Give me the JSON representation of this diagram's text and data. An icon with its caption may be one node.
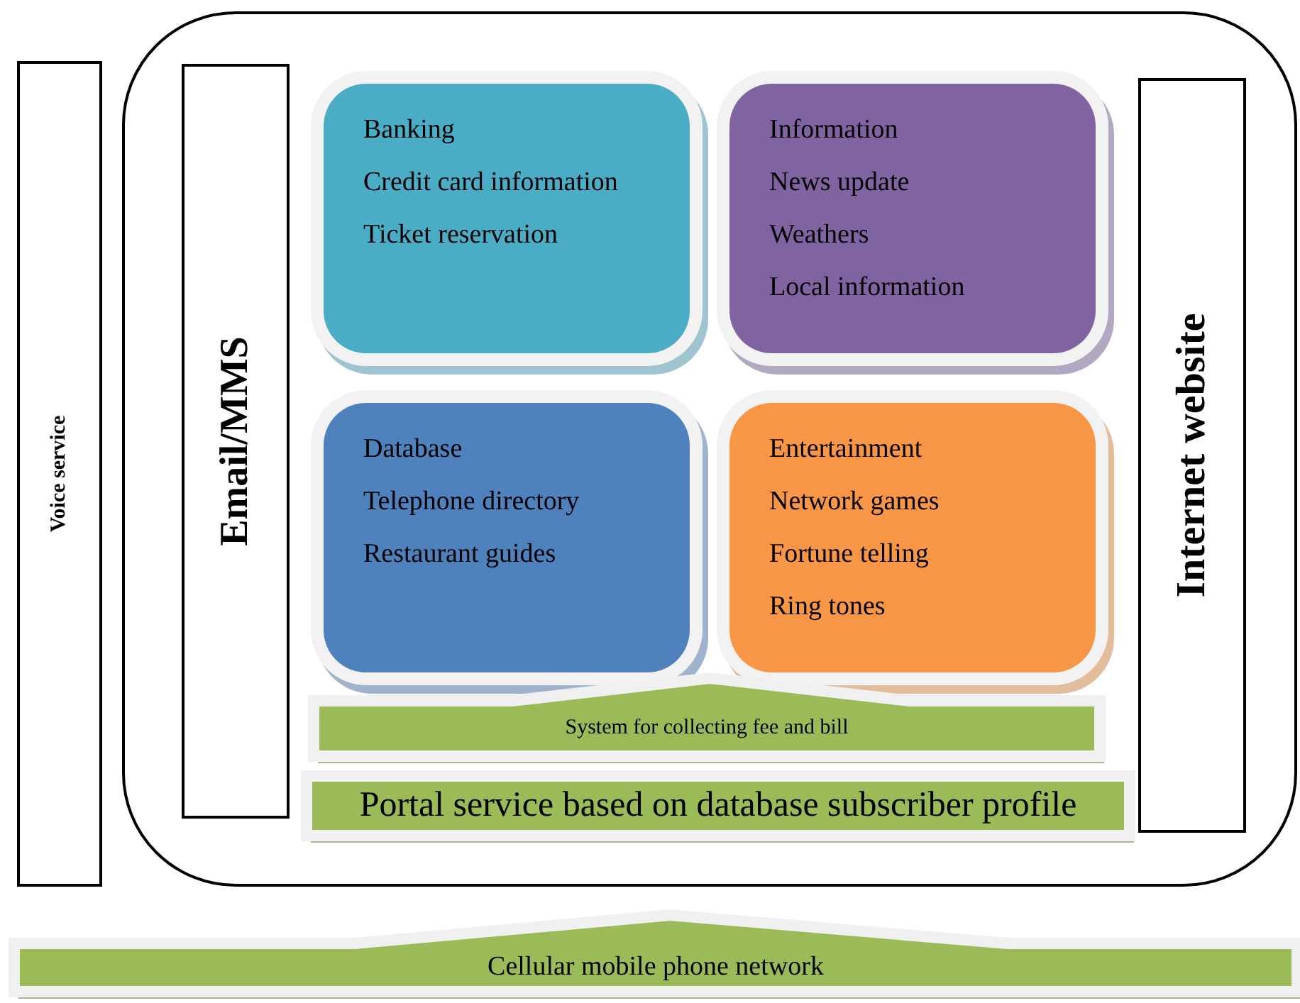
{
  "diagram": {
    "nodes": [
      {
        "text": [
          "Voice service"
        ]
      },
      {
        "text": [],
        "shape": "box"
      },
      {
        "text": [
          "Email/MMS"
        ],
        "in": 1
      },
      {
        "text": [
          "Banking",
          "Credit card information",
          "Ticket reservation"
        ],
        "in": 1
      },
      {
        "text": [
          "Information",
          "News update",
          "Weathers",
          "Local information"
        ],
        "in": 1
      },
      {
        "text": [
          "Database",
          "Telephone directory",
          "Restaurant guides"
        ],
        "in": 1
      },
      {
        "text": [
          "Entertainment",
          "Network games",
          "Fortune telling",
          "Ring tones"
        ],
        "in": 1
      },
      {
        "text": [
          "Internet website"
        ],
        "in": 1
      },
      {
        "text": [
          "System for collecting fee and bill"
        ],
        "in": 1
      },
      {
        "text": [
          "Portal service based on database subscriber profile"
        ],
        "in": 1
      },
      {
        "text": [
          "Cellular mobile phone network"
        ]
      }
    ]
  }
}
